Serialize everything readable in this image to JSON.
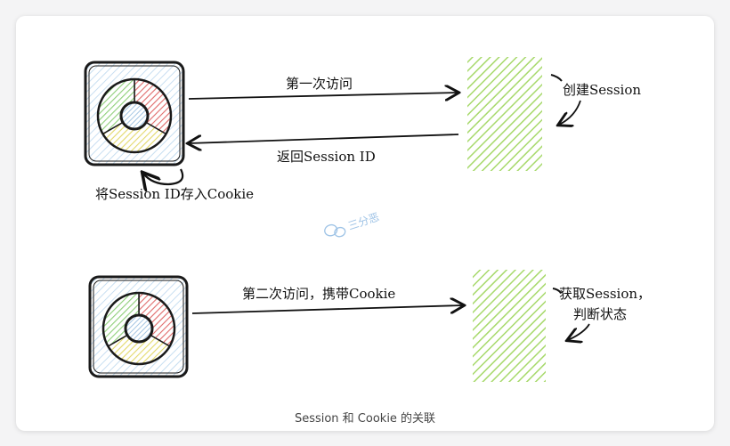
{
  "diagram": {
    "row1": {
      "label_first_visit": "第一次访问",
      "label_create_session": "创建Session",
      "label_return_id": "返回Session ID",
      "label_store_cookie": "将Session ID存入Cookie"
    },
    "row2": {
      "label_second_visit": "第二次访问，携带Cookie",
      "label_get_session_line1": "获取Session，",
      "label_get_session_line2": "判断状态"
    },
    "watermark": "三分恶",
    "colors": {
      "browser_red": "#e06a6a",
      "browser_green": "#8fcf7a",
      "browser_yellow": "#e9e07a",
      "browser_blue": "#9fc6e6",
      "server_green": "#a7d96b"
    }
  },
  "caption": "Session 和 Cookie 的关联"
}
